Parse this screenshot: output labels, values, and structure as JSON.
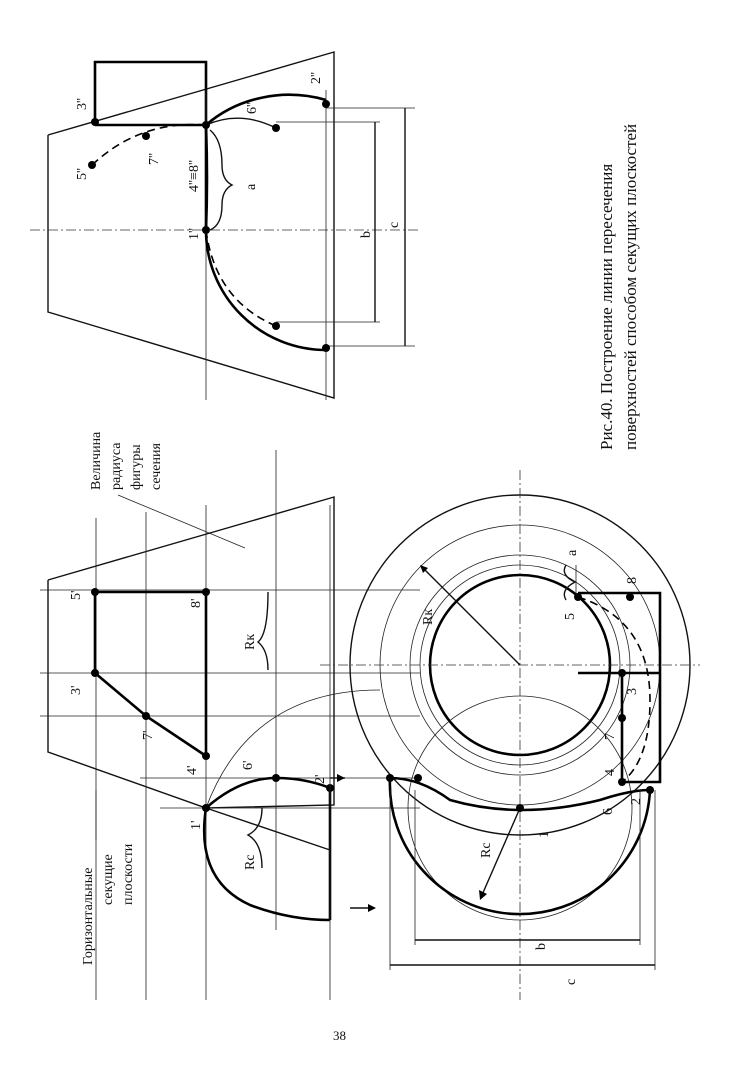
{
  "caption": {
    "line1": "Рис.40. Построение линии пересечения",
    "line2": "поверхностей способом секущих плоскостей"
  },
  "page_number": "38",
  "annotations": {
    "radius_note": [
      "Величина",
      "радиуса",
      "фигуры",
      "сечения"
    ],
    "planes_note": [
      "Горизонтальные",
      "секущие",
      "плоскости"
    ]
  },
  "labels": {
    "front": {
      "p1": "1'",
      "p2": "2'",
      "p3": "3'",
      "p4": "4'",
      "p5": "5'",
      "p6": "6'",
      "p7": "7'",
      "p8": "8'",
      "rk": "Rк",
      "rc": "Rс"
    },
    "side": {
      "p1": "1''",
      "p2": "2''",
      "p3": "3''",
      "p48": "4''≡8''",
      "p5": "5''",
      "p6": "6''",
      "p7": "7''",
      "a": "a",
      "b": "b",
      "c": "c"
    },
    "top": {
      "p1": "1",
      "p2": "2",
      "p3": "3",
      "p4": "4",
      "p5": "5",
      "p6": "6",
      "p7": "7",
      "p8": "8",
      "rk": "Rк",
      "rc": "Rс",
      "a": "a",
      "b": "b",
      "c": "c"
    }
  }
}
